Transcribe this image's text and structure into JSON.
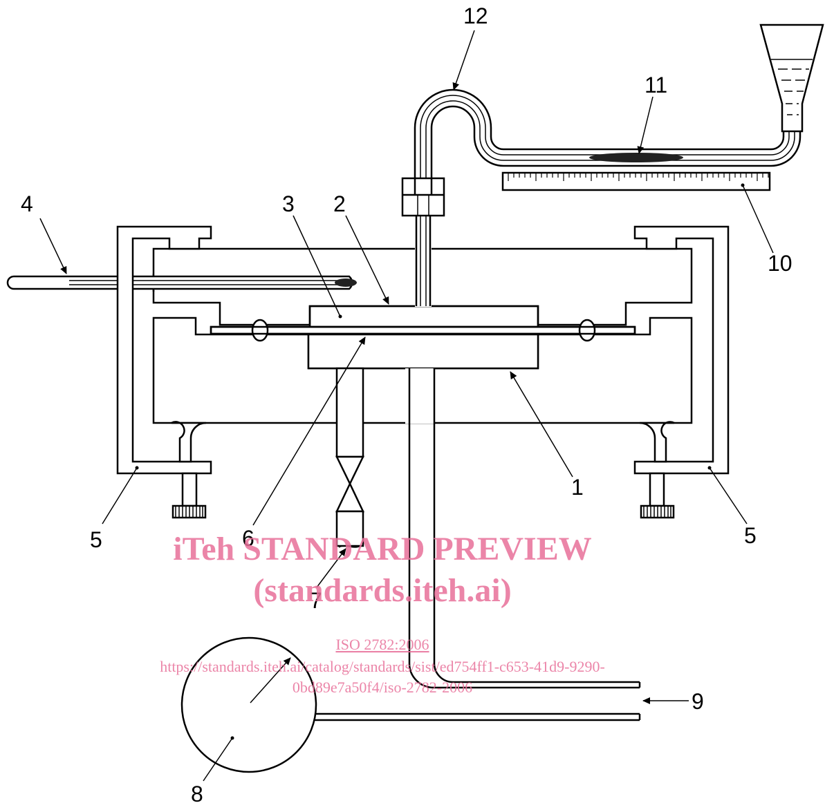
{
  "callouts": [
    {
      "id": "1",
      "label": "1"
    },
    {
      "id": "2",
      "label": "2"
    },
    {
      "id": "3",
      "label": "3"
    },
    {
      "id": "4",
      "label": "4"
    },
    {
      "id": "5a",
      "label": "5"
    },
    {
      "id": "5b",
      "label": "5"
    },
    {
      "id": "6",
      "label": "6"
    },
    {
      "id": "7",
      "label": "7"
    },
    {
      "id": "8",
      "label": "8"
    },
    {
      "id": "9",
      "label": "9"
    },
    {
      "id": "10",
      "label": "10"
    },
    {
      "id": "11",
      "label": "11"
    },
    {
      "id": "12",
      "label": "12"
    }
  ],
  "watermark": {
    "line1": "iTeh STANDARD PREVIEW",
    "line2": "(standards.iteh.ai)",
    "line3": "ISO 2782:2006",
    "line4": "https://standards.iteh.ai/catalog/standards/sist/ed754ff1-c653-41d9-9290-",
    "line5": "0bd89e7a50f4/iso-2782-2006"
  },
  "colors": {
    "line": "#000000",
    "watermark": "#e8709a",
    "background": "#ffffff"
  }
}
